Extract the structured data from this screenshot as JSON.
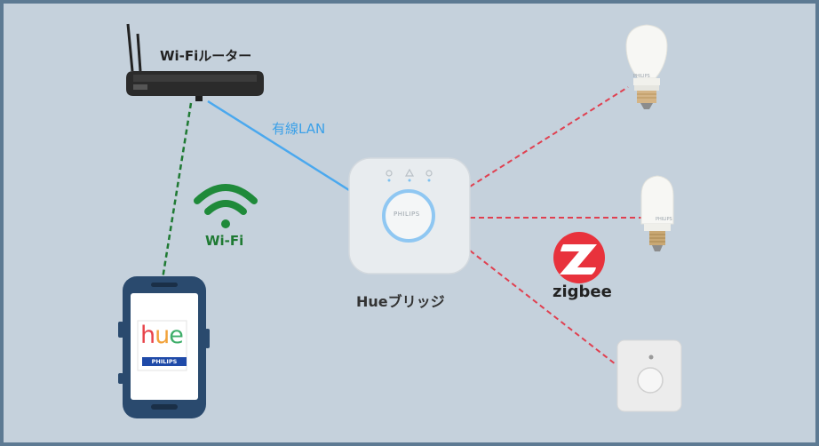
{
  "labels": {
    "router": "Wi-Fiルーター",
    "wired_lan": "有線LAN",
    "wifi": "Wi-Fi",
    "bridge": "Hueブリッジ",
    "zigbee": "zigbee"
  },
  "devices": {
    "bridge_brand": "PHILIPS",
    "bulb_brand": "PHILIPS",
    "phone_app": {
      "logo_text": [
        "h",
        "u",
        "e"
      ],
      "brand": "PHILIPS"
    }
  },
  "colors": {
    "background": "#c5d1dc",
    "frame": "#5d7a93",
    "lan_line": "#4aa8ee",
    "wifi_line": "#1f7a33",
    "zigbee_line": "#e04050",
    "wifi_icon": "#1f8a3a",
    "zigbee_logo": "#e8323c",
    "phone_body": "#2a4a6e",
    "hue_letters": [
      "#e8434a",
      "#f2a23a",
      "#3fae6a"
    ]
  },
  "icons": [
    "router-icon",
    "wifi-icon",
    "smartphone-icon",
    "hue-bridge-icon",
    "bulb-icon",
    "zigbee-logo-icon",
    "motion-sensor-icon"
  ]
}
